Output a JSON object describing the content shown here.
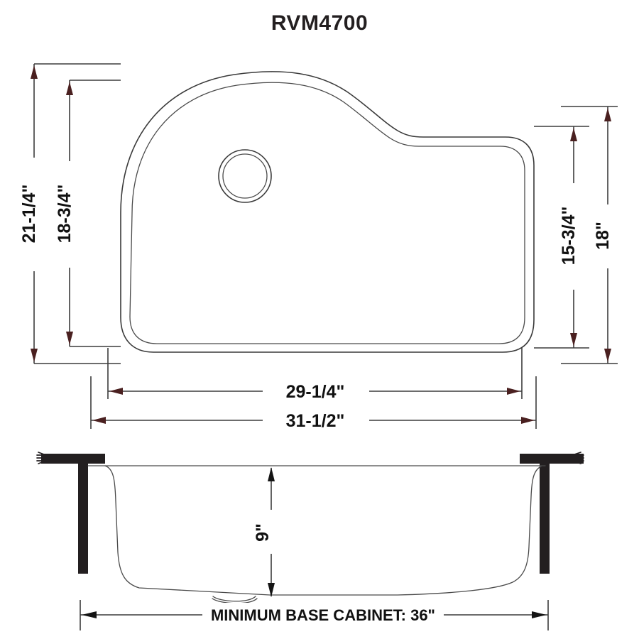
{
  "document": {
    "kind": "technical-dimension-drawing",
    "title": "RVM4700",
    "subject": "undermount kitchen sink specification drawing"
  },
  "views": {
    "top": {
      "name": "top-view",
      "features": {
        "drain_icon": "drain-opening"
      }
    },
    "section": {
      "name": "cross-section-view",
      "features": {
        "countertop_icon": "countertop-slab",
        "cabinet_wall_icon": "cabinet-wall",
        "drain_icon": "sink-drain-detail"
      }
    }
  },
  "dimensions": {
    "overall_height": "21-1/4\"",
    "bowl_height": "18-3/4\"",
    "bowl_height_right": "15-3/4\"",
    "overall_height_right": "18\"",
    "bowl_width": "29-1/4\"",
    "overall_width": "31-1/2\"",
    "bowl_depth": "9\"",
    "min_base_cabinet": "MINIMUM BASE CABINET: 36\""
  },
  "colors": {
    "ink": "#231f20",
    "line": "#3c3c3c",
    "outline": "#3a3a3a",
    "arrow": "#4a2020",
    "background": "#ffffff"
  }
}
